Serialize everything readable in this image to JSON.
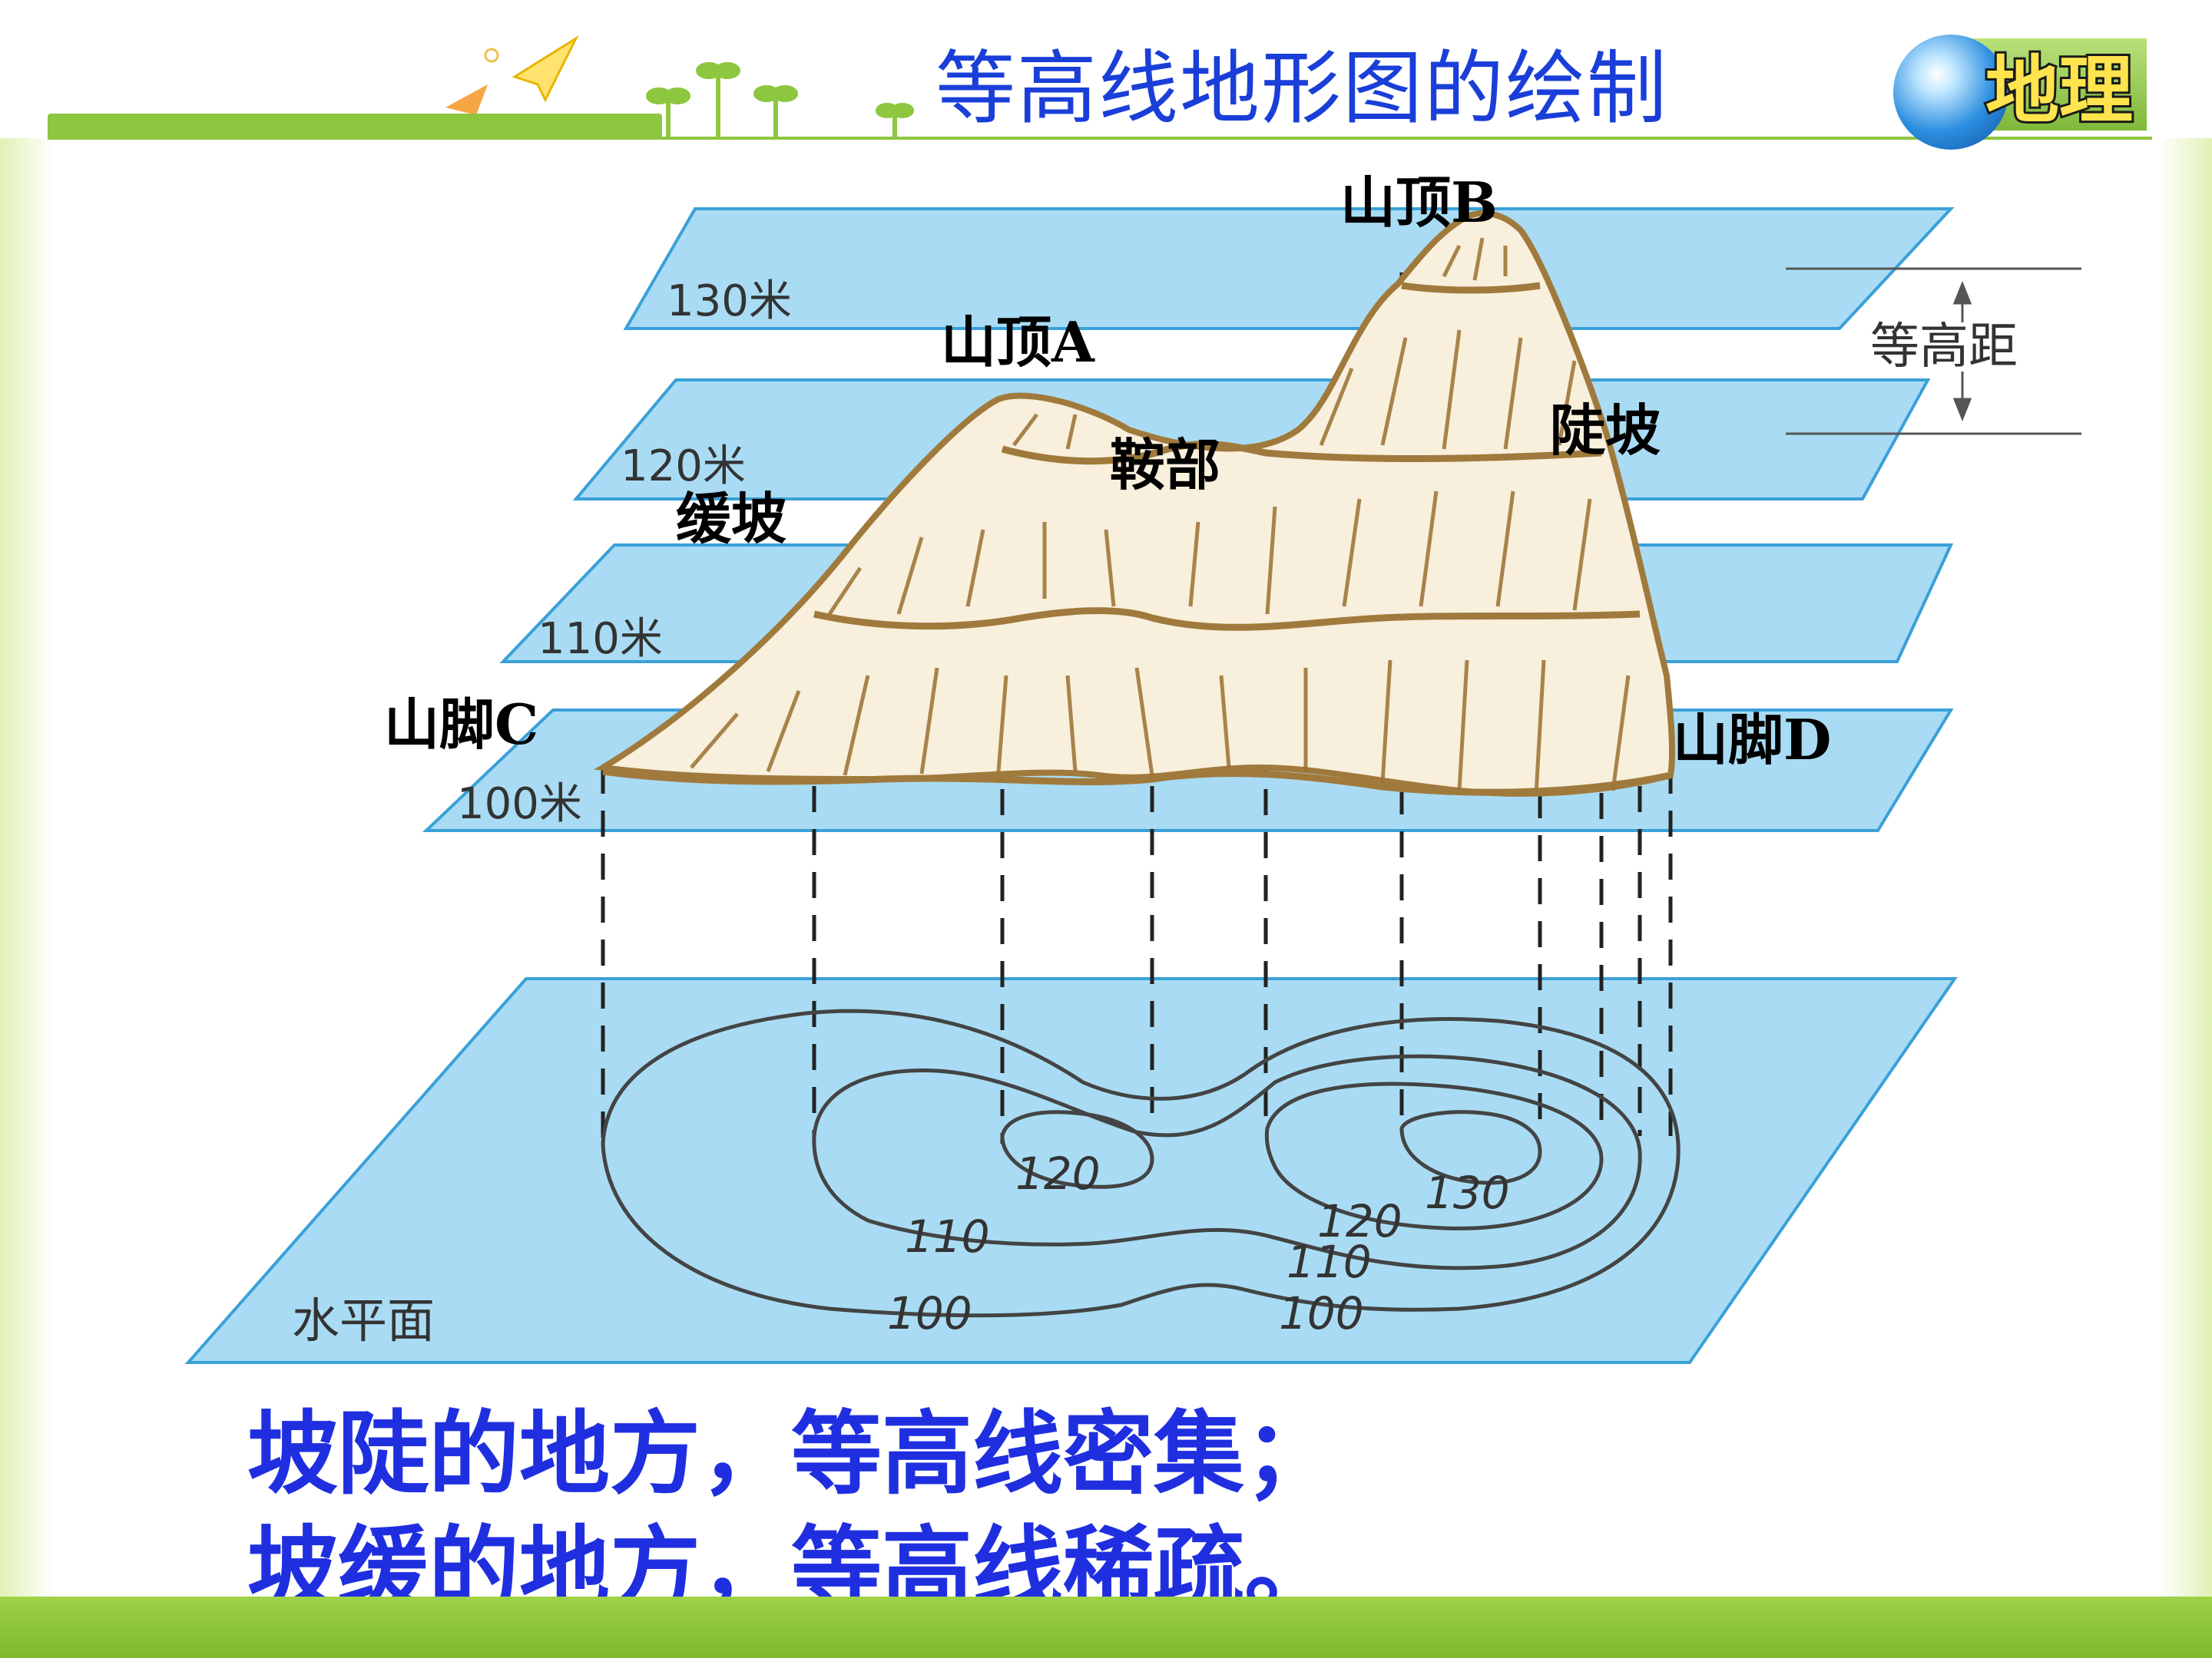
{
  "header": {
    "title": "等高线地形图的绘制",
    "badge": "地理"
  },
  "planes": [
    {
      "label": "130米"
    },
    {
      "label": "120米"
    },
    {
      "label": "110米"
    },
    {
      "label": "100米"
    },
    {
      "label": "水平面"
    }
  ],
  "annotations": {
    "peak_b": "山顶B",
    "peak_a": "山顶A",
    "saddle": "鞍部",
    "steep": "陡坡",
    "gentle": "缓坡",
    "foot_c": "山脚C",
    "foot_d": "山脚D",
    "interval": "等高距"
  },
  "contour_values": {
    "a120": "120",
    "b130": "130",
    "b120": "120",
    "mid110": "110",
    "b110": "110",
    "mid100": "100",
    "b100": "100"
  },
  "summary": {
    "line1": "坡陡的地方，等高线密集；",
    "line2": "坡缓的地方，等高线稀疏。"
  },
  "colors": {
    "plane": "#a9dcf4",
    "plane_edge": "#3aa0d8",
    "terrain": "#a07a3c",
    "title": "#1a3fd8",
    "summary": "#1f2fe0",
    "accent_green": "#8dc63f"
  }
}
